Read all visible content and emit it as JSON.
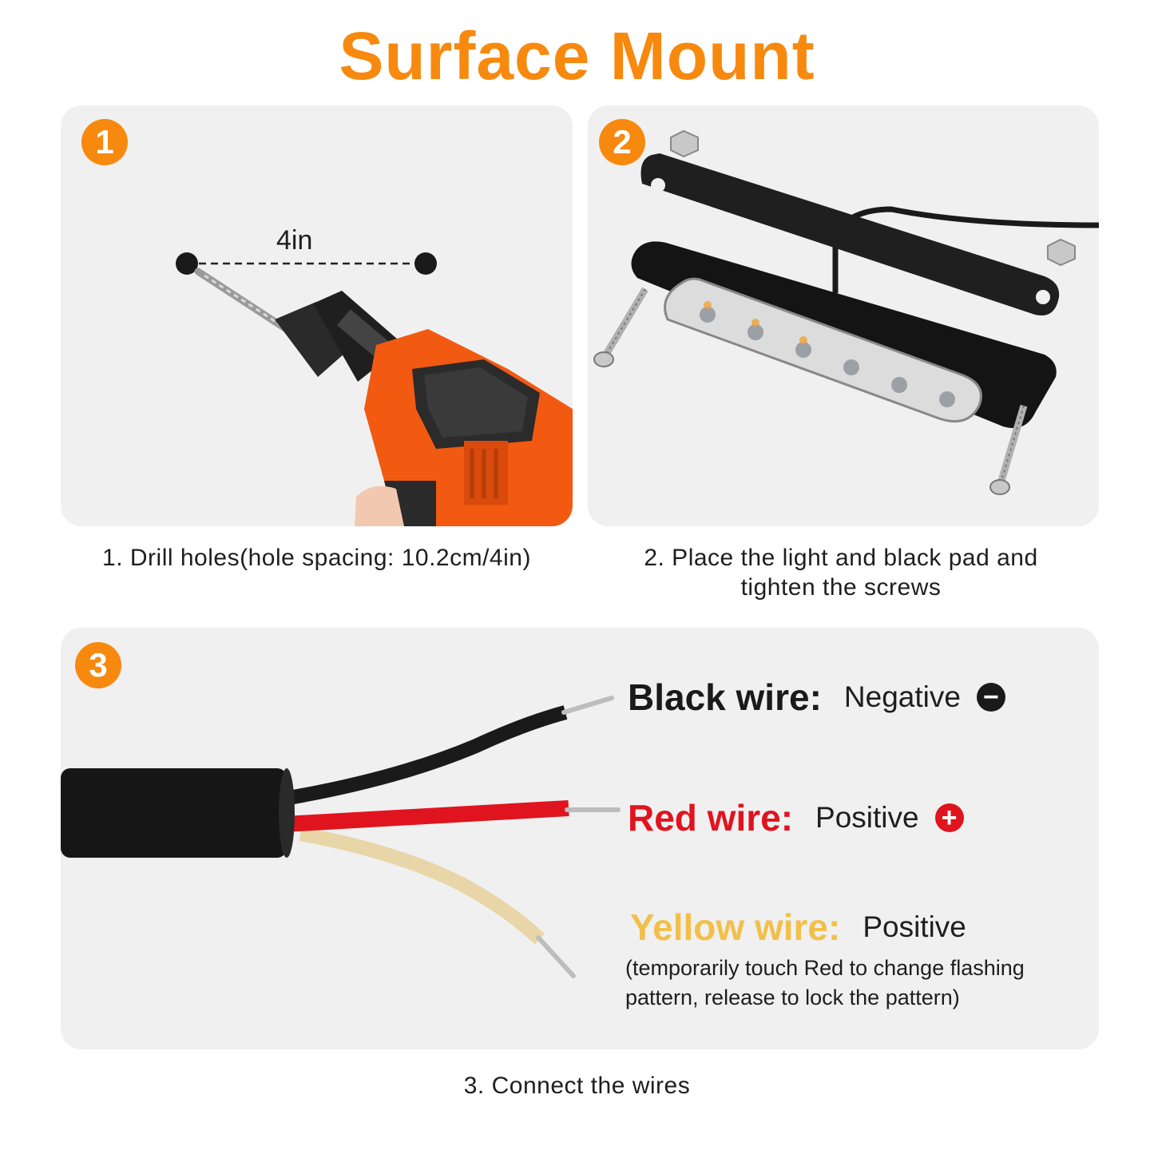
{
  "title": "Surface Mount",
  "colors": {
    "accent": "#f7890f",
    "panel": "#f0f0f0",
    "red_wire": "#e0141e",
    "yellow_wire": "#f2c04a",
    "black_wire": "#1a1a1a"
  },
  "steps": [
    {
      "badge": "1",
      "caption": "1. Drill holes(hole spacing: 10.2cm/4in)",
      "dimension": "4in",
      "icon": "drill-illustration"
    },
    {
      "badge": "2",
      "caption": "2. Place the light and black pad and tighten the screws",
      "icon": "light-bar-illustration"
    },
    {
      "badge": "3",
      "caption": "3. Connect the wires",
      "icon": "cable-illustration"
    }
  ],
  "wires": [
    {
      "name": "Black wire:",
      "role": "Negative",
      "symbol": "−",
      "color": "#1a1a1a"
    },
    {
      "name": "Red wire:",
      "role": "Positive",
      "symbol": "+",
      "color": "#e0141e"
    },
    {
      "name": "Yellow wire:",
      "role": "Positive",
      "color": "#f2c04a",
      "note": "(temporarily touch Red to change flashing pattern, release to lock the pattern)"
    }
  ]
}
